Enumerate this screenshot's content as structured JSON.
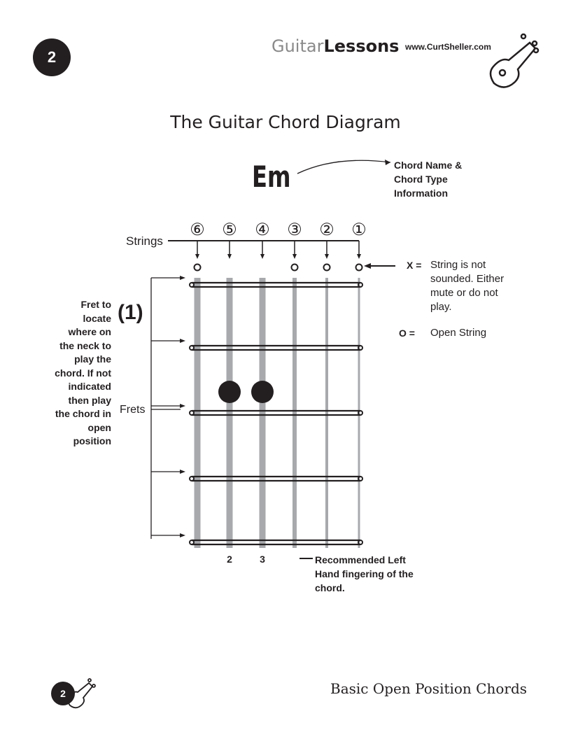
{
  "header": {
    "page_number": "2",
    "brand_part1": "Guitar",
    "brand_part2": "Lessons",
    "url": "www.CurtSheller.com"
  },
  "title": "The Guitar Chord Diagram",
  "chord": {
    "name": "Em",
    "name_note": "Chord Name & Chord Type Information"
  },
  "strings_label": "Strings",
  "string_numbers": [
    "⑥",
    "⑤",
    "④",
    "③",
    "②",
    "①"
  ],
  "string_states": [
    "o",
    "",
    "",
    "o",
    "o",
    "o"
  ],
  "legend": {
    "x_symbol": "X =",
    "x_desc": "String is not sounded. Either mute or do not play.",
    "o_symbol": "O =",
    "o_desc": "Open String"
  },
  "fret_number": "(1)",
  "fret_note": "Fret to locate where on the neck to play the chord. If not indicated then play the chord in open position",
  "frets_label": "Frets",
  "fingering": [
    "",
    "2",
    "3",
    "",
    "",
    ""
  ],
  "fingering_note": "Recommended Left Hand fingering of the chord.",
  "footer": {
    "page_number": "2",
    "book_title": "Basic Open Position Chords"
  }
}
